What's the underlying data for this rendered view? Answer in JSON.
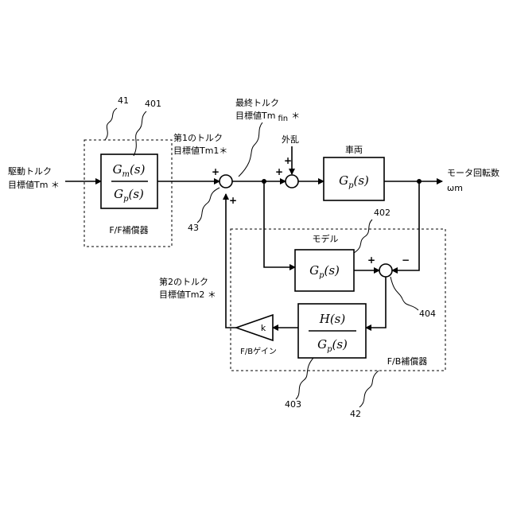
{
  "blocks": {
    "ff": {
      "num": "G",
      "num_sub": "m",
      "num_arg": "(s)",
      "den": "G",
      "den_sub": "p",
      "den_arg": "(s)",
      "group_label": "F/F補償器",
      "group_ref": "41",
      "block_ref": "401"
    },
    "vehicle": {
      "title": "車両",
      "tf": "G",
      "tf_sub": "p",
      "tf_arg": "(s)"
    },
    "model": {
      "title": "モデル",
      "tf": "G",
      "tf_sub": "p",
      "tf_arg": "(s)",
      "ref": "402"
    },
    "fb": {
      "num": "H(s)",
      "den": "G",
      "den_sub": "p",
      "den_arg": "(s)",
      "group_label": "F/B補償器",
      "group_ref": "42",
      "block_ref": "403"
    },
    "gain": {
      "symbol": "k",
      "label": "F/Bゲイン"
    }
  },
  "signals": {
    "input_line1": "駆動トルク",
    "input_line2": "目標値Tm ＊",
    "tm1_line1": "第1のトルク",
    "tm1_line2": "目標値Tm1＊",
    "final_line1": "最終トルク",
    "final_line2": "目標値Tm",
    "final_sub": "fin",
    "final_star": "＊",
    "disturbance": "外乱",
    "output_line1": "モータ回転数",
    "output_line2": "ωm",
    "tm2_line1": "第2のトルク",
    "tm2_line2": "目標値Tm2 ＊"
  },
  "junctions": {
    "sum1_ref": "43",
    "sum3_ref": "404",
    "plus": "+",
    "minus": "−"
  }
}
